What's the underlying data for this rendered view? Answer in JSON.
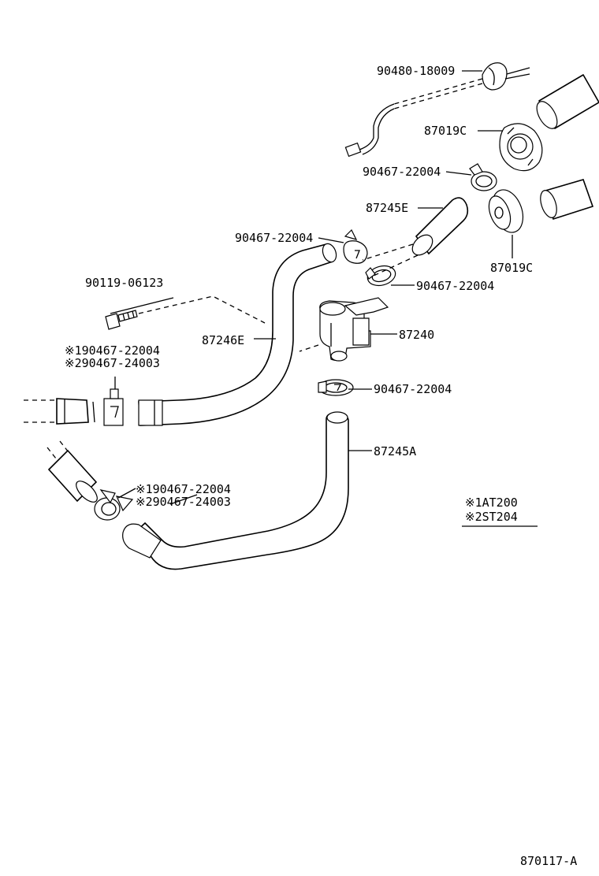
{
  "diagram": {
    "drawing_number": "870117-A",
    "legend": {
      "line1": "※1AT200",
      "line2": "※2ST204"
    },
    "parts": {
      "p_90480_18009": "90480-18009",
      "p_87019c_top": "87019C",
      "p_90467_22004_a": "90467-22004",
      "p_87245e": "87245E",
      "p_90467_22004_b": "90467-22004",
      "p_87019c_bottom": "87019C",
      "p_90467_22004_c": "90467-22004",
      "p_90119_06123": "90119-06123",
      "p_87240": "87240",
      "p_87246e": "87246E",
      "p_clip_left_1": "※190467-22004",
      "p_clip_left_2": "※290467-24003",
      "p_90467_22004_d": "90467-22004",
      "p_87245a": "87245A",
      "p_clip_lower_1": "※190467-22004",
      "p_clip_lower_2": "※290467-24003"
    }
  }
}
